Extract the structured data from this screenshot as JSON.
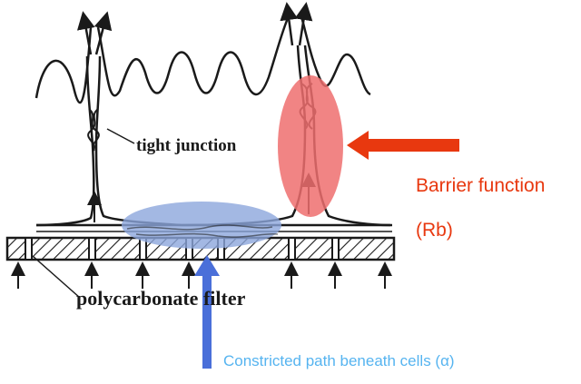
{
  "labels": {
    "tight_junction": "tight junction",
    "polycarbonate_filter": "polycarbonate filter",
    "barrier_function": "Barrier function",
    "rb": "(Rb)",
    "constricted_path": "Constricted path beneath cells (α)"
  },
  "colors": {
    "line": "#1a1a1a",
    "barrier_red": "#e8380f",
    "barrier_highlight": "#ef6f6f",
    "path_blue": "#4a6fd9",
    "path_highlight": "#8ca6dc",
    "path_text": "#56b4f0"
  }
}
